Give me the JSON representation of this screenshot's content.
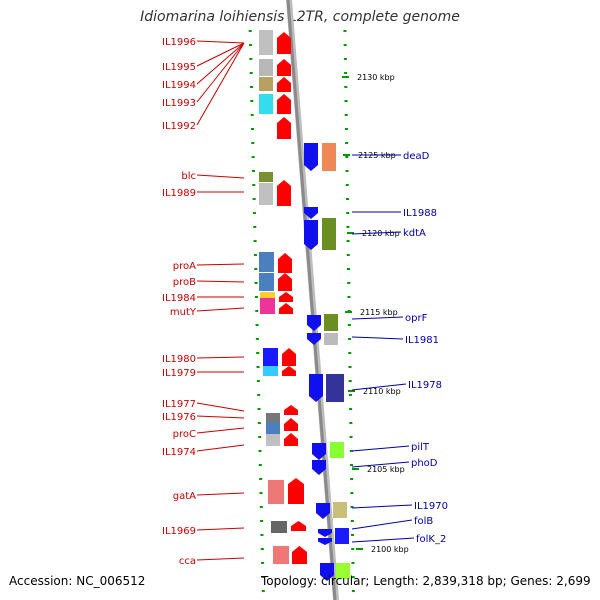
{
  "title": "Idiomarina loihiensis L2TR, complete genome",
  "accession": "Accession: NC_006512",
  "topology": "Topology: circular; Length: 2,839,318 bp; Genes: 2,699",
  "colors": {
    "left_label": "#cc0000",
    "right_label": "#0000aa",
    "backbone": "#8a8a8a",
    "tick": "#009900",
    "scale_text": "#000000"
  },
  "scale_labels": [
    "2130 kbp",
    "2125 kbp",
    "2120 kbp",
    "2115 kbp",
    "2110 kbp",
    "2105 kbp",
    "2100 kbp"
  ],
  "left_genes": [
    "IL1996",
    "IL1995",
    "IL1994",
    "IL1993",
    "IL1992",
    "blc",
    "IL1989",
    "proA",
    "proB",
    "IL1984",
    "mutY",
    "IL1980",
    "IL1979",
    "IL1977",
    "IL1976",
    "proC",
    "IL1974",
    "gatA",
    "IL1969",
    "cca"
  ],
  "right_genes": [
    "deaD",
    "IL1988",
    "kdtA",
    "oprF",
    "IL1981",
    "IL1978",
    "pilT",
    "phoD",
    "IL1970",
    "folB",
    "folK_2"
  ]
}
